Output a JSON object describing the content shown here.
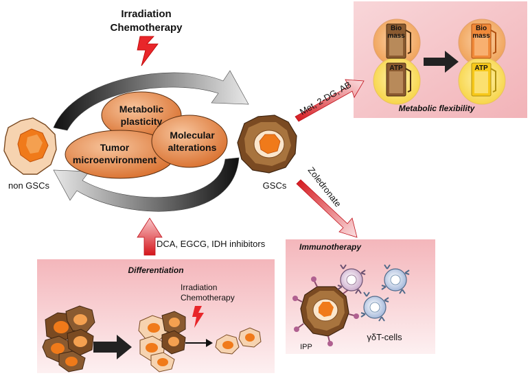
{
  "top_trigger": {
    "line1": "Irradiation",
    "line2": "Chemotherapy"
  },
  "center": {
    "metabolic": {
      "line1": "Metabolic",
      "line2": "plasticity"
    },
    "molecular": {
      "line1": "Molecular",
      "line2": "alterations"
    },
    "tumor": {
      "line1": "Tumor",
      "line2": "microenvironment"
    }
  },
  "cells": {
    "non_gscs": "non GSCs",
    "gscs": "GSCs"
  },
  "metabolic_panel": {
    "drugs": "Met, 2-DG, AB",
    "title": "Metabolic flexibility",
    "biomass": {
      "line1": "Bio",
      "line2": "mass"
    },
    "atp": "ATP"
  },
  "immunotherapy_panel": {
    "drug": "Zoledronate",
    "title": "Immunotherapy",
    "ipp": "IPP",
    "tcells": "γδT-cells"
  },
  "differentiation_panel": {
    "drugs": "DCA, EGCG, IDH inhibitors",
    "title": "Differentiation",
    "trigger": {
      "line1": "Irradiation",
      "line2": "Chemotherapy"
    }
  },
  "colors": {
    "accent_red": "#e8262a",
    "panel_pink": "#f7c9cd",
    "ellipse_orange": "#e88a4a",
    "cell_brown": "#7a4a22",
    "nucleus_orange": "#f07a1a"
  }
}
